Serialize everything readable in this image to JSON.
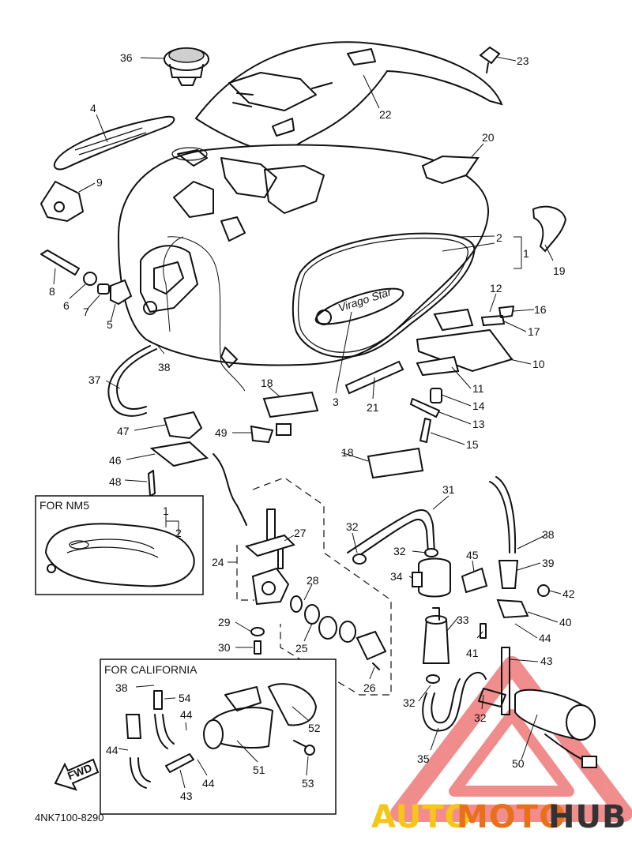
{
  "diagram": {
    "code": "4NK7100-8290",
    "fwd_label": "FWD",
    "inset_nm5_title": "FOR NM5",
    "inset_california_title": "FOR CALIFORNIA",
    "tank_emblem_text": "Virago Star"
  },
  "callouts": [
    {
      "id": "c36",
      "text": "36"
    },
    {
      "id": "c4",
      "text": "4"
    },
    {
      "id": "c9",
      "text": "9"
    },
    {
      "id": "c8",
      "text": "8"
    },
    {
      "id": "c6",
      "text": "6"
    },
    {
      "id": "c7",
      "text": "7"
    },
    {
      "id": "c5",
      "text": "5"
    },
    {
      "id": "c38a",
      "text": "38"
    },
    {
      "id": "c37",
      "text": "37"
    },
    {
      "id": "c47",
      "text": "47"
    },
    {
      "id": "c46",
      "text": "46"
    },
    {
      "id": "c48",
      "text": "48"
    },
    {
      "id": "c49",
      "text": "49"
    },
    {
      "id": "c18a",
      "text": "18"
    },
    {
      "id": "c3",
      "text": "3"
    },
    {
      "id": "c21",
      "text": "21"
    },
    {
      "id": "c18b",
      "text": "18"
    },
    {
      "id": "c22",
      "text": "22"
    },
    {
      "id": "c23",
      "text": "23"
    },
    {
      "id": "c20",
      "text": "20"
    },
    {
      "id": "c2a",
      "text": "2"
    },
    {
      "id": "c1a",
      "text": "1"
    },
    {
      "id": "c19",
      "text": "19"
    },
    {
      "id": "c12",
      "text": "12"
    },
    {
      "id": "c16",
      "text": "16"
    },
    {
      "id": "c17",
      "text": "17"
    },
    {
      "id": "c10",
      "text": "10"
    },
    {
      "id": "c11",
      "text": "11"
    },
    {
      "id": "c14",
      "text": "14"
    },
    {
      "id": "c13",
      "text": "13"
    },
    {
      "id": "c15",
      "text": "15"
    },
    {
      "id": "c31",
      "text": "31"
    },
    {
      "id": "c32a",
      "text": "32"
    },
    {
      "id": "c32b",
      "text": "32"
    },
    {
      "id": "c34",
      "text": "34"
    },
    {
      "id": "c45",
      "text": "45"
    },
    {
      "id": "c38b",
      "text": "38"
    },
    {
      "id": "c39",
      "text": "39"
    },
    {
      "id": "c42",
      "text": "42"
    },
    {
      "id": "c40",
      "text": "40"
    },
    {
      "id": "c33",
      "text": "33"
    },
    {
      "id": "c44a",
      "text": "44"
    },
    {
      "id": "c41",
      "text": "41"
    },
    {
      "id": "c43a",
      "text": "43"
    },
    {
      "id": "c27",
      "text": "27"
    },
    {
      "id": "c24",
      "text": "24"
    },
    {
      "id": "c28",
      "text": "28"
    },
    {
      "id": "c29",
      "text": "29"
    },
    {
      "id": "c30",
      "text": "30"
    },
    {
      "id": "c25",
      "text": "25"
    },
    {
      "id": "c26",
      "text": "26"
    },
    {
      "id": "c32c",
      "text": "32"
    },
    {
      "id": "c32d",
      "text": "32"
    },
    {
      "id": "c35",
      "text": "35"
    },
    {
      "id": "c50",
      "text": "50"
    },
    {
      "id": "c1b",
      "text": "1"
    },
    {
      "id": "c2b",
      "text": "2"
    },
    {
      "id": "c38c",
      "text": "38"
    },
    {
      "id": "c54",
      "text": "54"
    },
    {
      "id": "c44b",
      "text": "44"
    },
    {
      "id": "c52",
      "text": "52"
    },
    {
      "id": "c44c",
      "text": "44"
    },
    {
      "id": "c51",
      "text": "51"
    },
    {
      "id": "c44d",
      "text": "44"
    },
    {
      "id": "c43b",
      "text": "43"
    },
    {
      "id": "c53",
      "text": "53"
    }
  ],
  "watermark": {
    "part1": "AUTO",
    "part2": "MOTO",
    "part3": "HUB",
    "color1": "#f5c518",
    "color2": "#e8701a",
    "color3": "#333333",
    "triangle_color": "#e63030"
  }
}
